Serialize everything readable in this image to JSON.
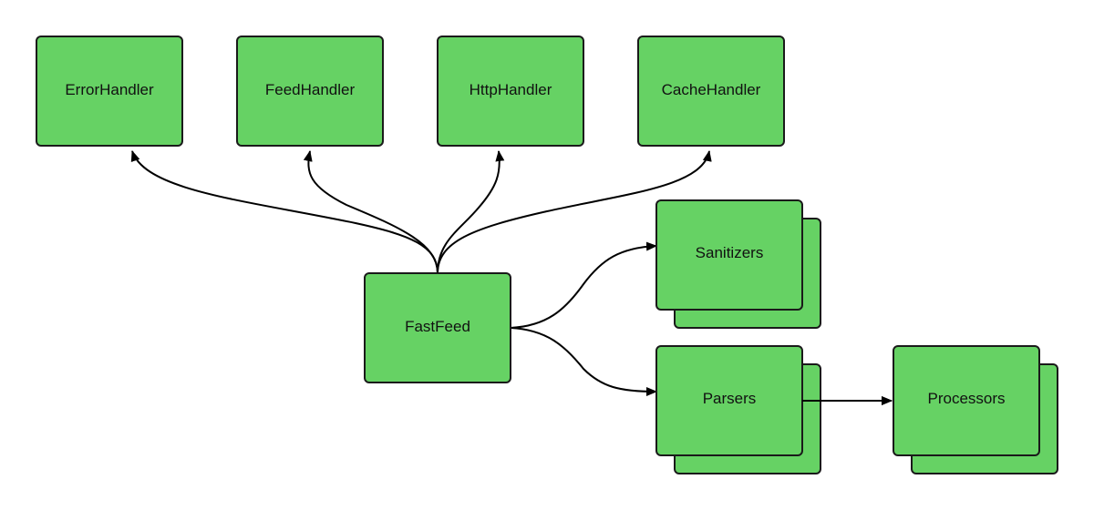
{
  "nodes": {
    "error_handler": "ErrorHandler",
    "feed_handler": "FeedHandler",
    "http_handler": "HttpHandler",
    "cache_handler": "CacheHandler",
    "fast_feed": "FastFeed",
    "sanitizers": "Sanitizers",
    "parsers": "Parsers",
    "processors": "Processors"
  },
  "edges": [
    {
      "from": "FastFeed",
      "to": "ErrorHandler"
    },
    {
      "from": "FastFeed",
      "to": "FeedHandler"
    },
    {
      "from": "FastFeed",
      "to": "HttpHandler"
    },
    {
      "from": "FastFeed",
      "to": "CacheHandler"
    },
    {
      "from": "FastFeed",
      "to": "Sanitizers"
    },
    {
      "from": "FastFeed",
      "to": "Parsers"
    },
    {
      "from": "Parsers",
      "to": "Processors"
    }
  ],
  "colors": {
    "node_fill": "#66d264",
    "node_border": "#1a1a1a",
    "edge": "#000000"
  }
}
